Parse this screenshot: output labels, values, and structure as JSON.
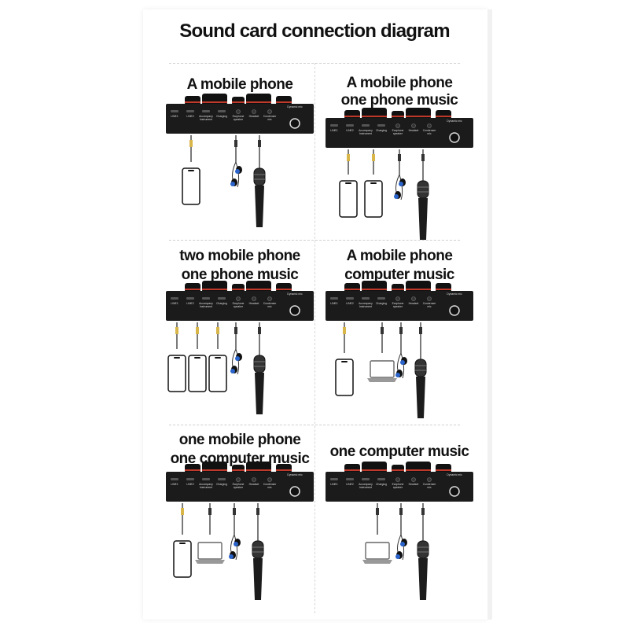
{
  "title": "Sound card connection diagram",
  "ports": [
    "LINE1",
    "LINE2",
    "Accompany Instrument",
    "Charging",
    "Earphone speaker",
    "Headset",
    "Condenser mic",
    "Dynamic mic"
  ],
  "colors": {
    "card": "#1b1b1b",
    "accent": "#c0392b",
    "earphone": "#2a63c9",
    "text": "#111111"
  },
  "cells": [
    {
      "title": [
        "A mobile phone"
      ],
      "devices": [
        "phone",
        "earphones",
        "microphone"
      ]
    },
    {
      "title": [
        "A mobile phone",
        "one phone music"
      ],
      "devices": [
        "phone",
        "phone",
        "earphones",
        "microphone"
      ]
    },
    {
      "title": [
        "two mobile phone",
        "one phone music"
      ],
      "devices": [
        "phone",
        "phone",
        "phone",
        "earphones",
        "microphone"
      ]
    },
    {
      "title": [
        "A mobile phone",
        "computer music"
      ],
      "devices": [
        "phone",
        "laptop",
        "earphones",
        "microphone"
      ]
    },
    {
      "title": [
        "one mobile phone",
        "one computer music"
      ],
      "devices": [
        "phone",
        "laptop",
        "earphones",
        "microphone"
      ]
    },
    {
      "title": [
        "one computer music"
      ],
      "devices": [
        "laptop",
        "earphones",
        "microphone"
      ]
    }
  ]
}
